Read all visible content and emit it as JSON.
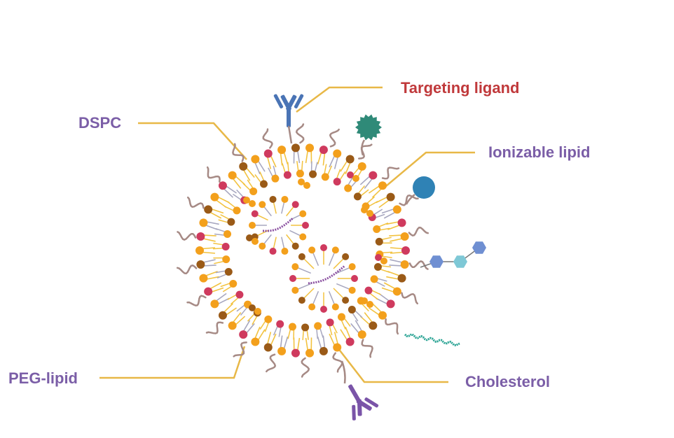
{
  "labels": {
    "targeting_ligand": "Targeting ligand",
    "dspc": "DSPC",
    "ionizable_lipid": "Ionizable lipid",
    "peg_lipid": "PEG-lipid",
    "cholesterol": "Cholesterol"
  },
  "colors": {
    "label_purple": "#7b5ea7",
    "label_red": "#c0393b",
    "leader_line": "#e8b847",
    "head_red": "#cf3a5e",
    "head_orange": "#f3a01c",
    "head_brown": "#9a5a17",
    "tail_yellow": "#f2c23f",
    "tail_grey": "#a7a7bf",
    "peg_chain": "#a68a85",
    "antibody_blue": "#4a74b5",
    "antibody_purple": "#7a54a8",
    "protein_teal": "#2f8a78",
    "sphere_blue": "#2f82b5",
    "hexagon_blue": "#6f8fd2",
    "hexagon_cyan": "#7ec8d6",
    "strand_teal": "#2aa394",
    "rna_purple": "#8a4fa0"
  }
}
